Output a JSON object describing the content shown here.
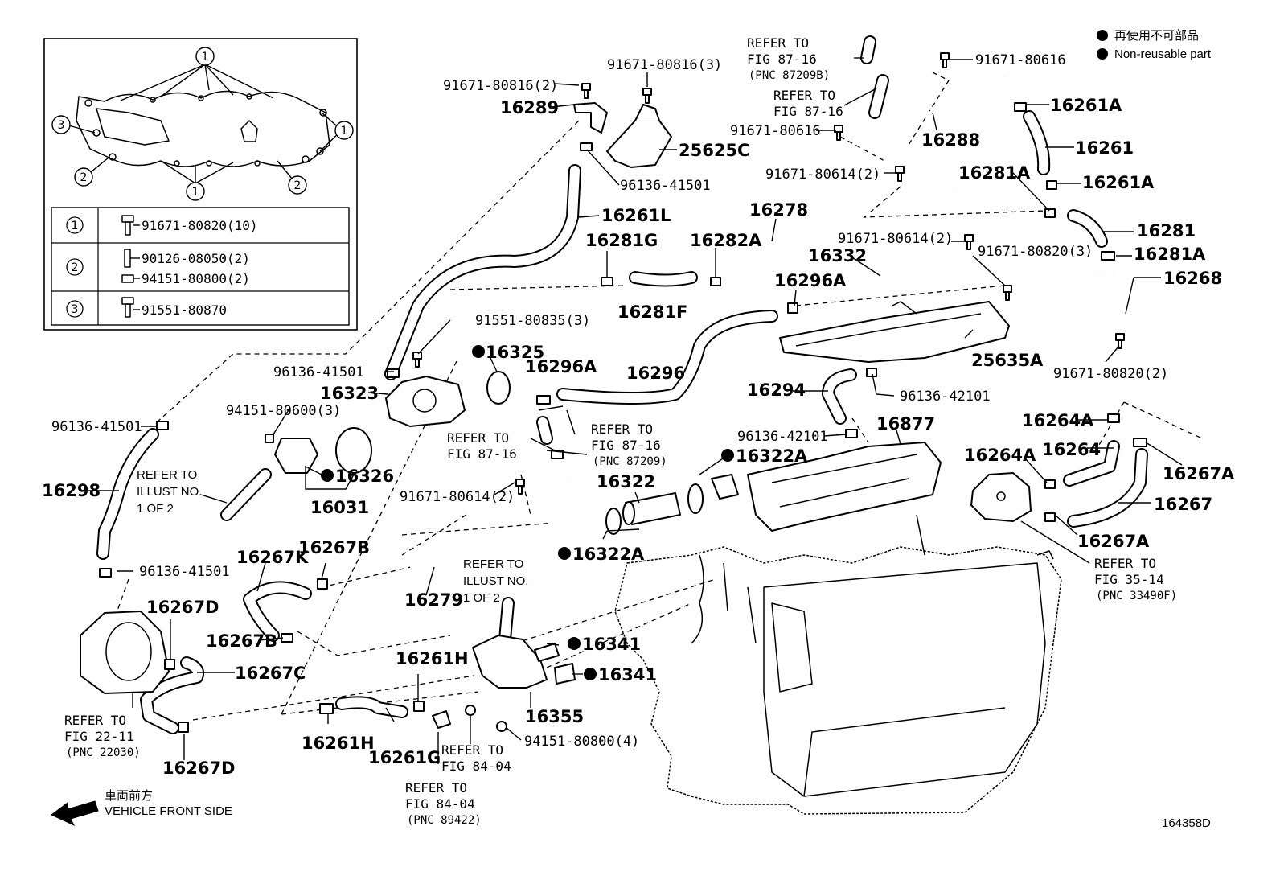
{
  "legend": {
    "non_reusable_jp": "再使用不可部品",
    "non_reusable_en": "Non-reusable part"
  },
  "inset_table": {
    "rows": [
      {
        "key": "1",
        "parts": [
          "91671-80820(10)"
        ]
      },
      {
        "key": "2",
        "parts": [
          "90126-08050(2)",
          "94151-80800(2)"
        ]
      },
      {
        "key": "3",
        "parts": [
          "91551-80870"
        ]
      }
    ]
  },
  "inset_callouts": [
    "1",
    "2",
    "3"
  ],
  "parts": {
    "p16289": "16289",
    "p25625c": "25625C",
    "p16261l": "16261L",
    "p16281g": "16281G",
    "p16281f": "16281F",
    "p16282a": "16282A",
    "p16278": "16278",
    "p16288": "16288",
    "p16261a_1": "16261A",
    "p16261": "16261",
    "p16261a_2": "16261A",
    "p16281a_1": "16281A",
    "p16281": "16281",
    "p16281a_2": "16281A",
    "p16268": "16268",
    "p16332": "16332",
    "p16296a_1": "16296A",
    "p25635a": "25635A",
    "p16325": "16325",
    "p16296a_2": "16296A",
    "p16296": "16296",
    "p16323": "16323",
    "p16294": "16294",
    "p16877": "16877",
    "p16322a_1": "16322A",
    "p16322": "16322",
    "p16326": "16326",
    "p16031": "16031",
    "p16298": "16298",
    "p16264a_1": "16264A",
    "p16264a_2": "16264A",
    "p16264": "16264",
    "p16267a_1": "16267A",
    "p16267": "16267",
    "p16267a_2": "16267A",
    "p16267k": "16267K",
    "p16267b_1": "16267B",
    "p16279": "16279",
    "p16322a_2": "16322A",
    "p16267d_1": "16267D",
    "p16267b_2": "16267B",
    "p16267c": "16267C",
    "p16341_1": "16341",
    "p16341_2": "16341",
    "p16261h_1": "16261H",
    "p16355": "16355",
    "p16261h_2": "16261H",
    "p16261g": "16261G",
    "p16267d_2": "16267D"
  },
  "bolts": {
    "b1": "91671-80816(3)",
    "b2": "91671-80816(2)",
    "b3": "96136-41501",
    "b4": "91671-80616",
    "b5": "91671-80616",
    "b6": "91671-80614(2)",
    "b7": "91671-80614(2)",
    "b8": "91671-80820(3)",
    "b9": "91671-80820(2)",
    "b10": "91551-80835(3)",
    "b11": "96136-41501",
    "b12": "96136-42101",
    "b13": "96136-42101",
    "b14": "94151-80600(3)",
    "b15": "96136-41501",
    "b16": "91671-80614(2)",
    "b17": "96136-41501",
    "b18": "94151-80800(4)"
  },
  "refs": {
    "r1": {
      "l1": "REFER TO",
      "l2": "FIG 87-16",
      "l3": "(PNC 87209B)"
    },
    "r2": {
      "l1": "REFER TO",
      "l2": "FIG 87-16"
    },
    "r3": {
      "l1": "REFER TO",
      "l2": "FIG 87-16",
      "l3": "(PNC 87209)"
    },
    "r4": {
      "l1": "REFER TO",
      "l2": "FIG 87-16"
    },
    "r5": {
      "l1": "REFER TO",
      "l2": "FIG 35-14",
      "l3": "(PNC 33490F)"
    },
    "r6": {
      "l1": "REFER TO",
      "l2": "FIG 22-11",
      "l3": "(PNC 22030)"
    },
    "r7": {
      "l1": "REFER TO",
      "l2": "FIG 84-04"
    },
    "r8": {
      "l1": "REFER TO",
      "l2": "FIG 84-04",
      "l3": "(PNC 89422)"
    }
  },
  "illus": {
    "i1": {
      "l1": "REFER TO",
      "l2": "ILLUST NO.",
      "l3": "1 OF 2"
    },
    "i2": {
      "l1": "REFER TO",
      "l2": "ILLUST NO.",
      "l3": "1 OF 2"
    }
  },
  "direction": {
    "jp": "車両前方",
    "en": "VEHICLE FRONT SIDE"
  },
  "figure_id": "164358D"
}
